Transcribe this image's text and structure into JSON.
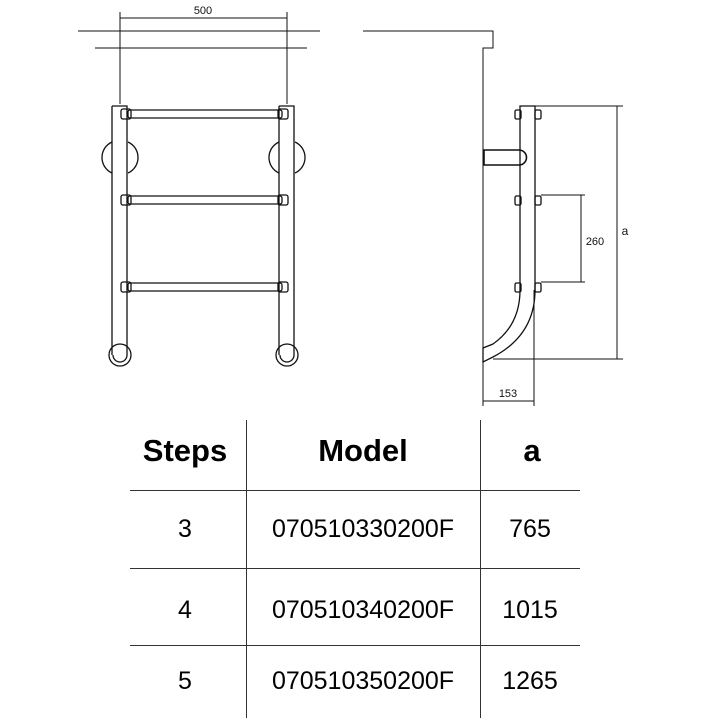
{
  "drawing": {
    "dim_width": "500",
    "dim_rung_spacing": "260",
    "dim_height_label": "a",
    "dim_depth": "153"
  },
  "table": {
    "headers": [
      "Steps",
      "Model",
      "a"
    ],
    "rows": [
      [
        "3",
        "070510330200F",
        "765"
      ],
      [
        "4",
        "070510340200F",
        "1015"
      ],
      [
        "5",
        "070510350200F",
        "1265"
      ]
    ]
  }
}
